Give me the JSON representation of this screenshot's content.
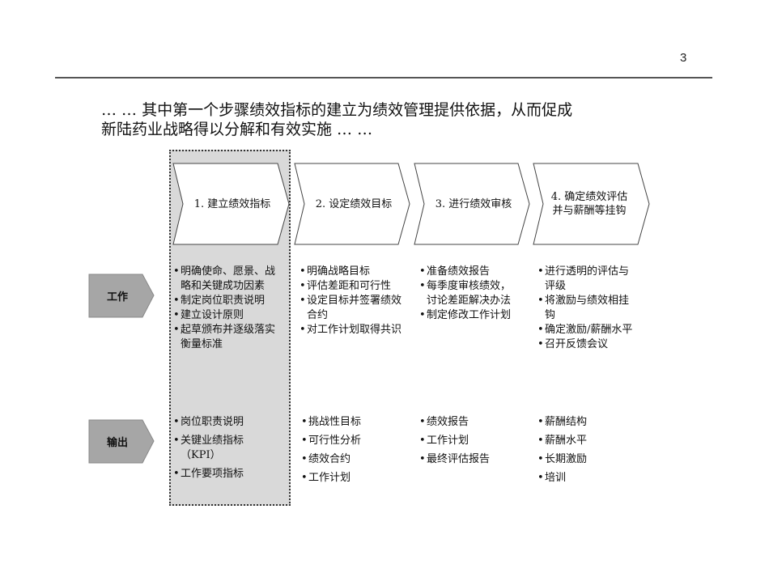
{
  "page_number": "3",
  "headline": {
    "line1": "…  … 其中第一个步骤绩效指标的建立为绩效管理提供依据，从而促成",
    "line2": "新陆药业战略得以分解和有效实施 … …"
  },
  "steps": [
    {
      "label": "1.  建立绩效指标"
    },
    {
      "label": "2.  设定绩效目标"
    },
    {
      "label": "3.  进行绩效审核"
    },
    {
      "label": "4.  确定绩效评估并与薪酬等挂钩"
    }
  ],
  "rows": {
    "work_label": "工作",
    "output_label": "输出"
  },
  "work": [
    [
      "明确使命、愿景、战略和关键成功因素",
      "制定岗位职责说明",
      "建立设计原则",
      "起草颁布并逐级落实衡量标准"
    ],
    [
      "明确战略目标",
      "评估差距和可行性",
      "设定目标并签署绩效合约",
      "对工作计划取得共识"
    ],
    [
      "准备绩效报告",
      "每季度审核绩效，讨论差距解决办法",
      "制定修改工作计划"
    ],
    [
      "进行透明的评估与评级",
      "将激励与绩效相挂钩",
      "确定激励/薪酬水平",
      "召开反馈会议"
    ]
  ],
  "output": [
    [
      "岗位职责说明",
      "关键业绩指标（KPI）",
      "工作要项指标"
    ],
    [
      "挑战性目标",
      "可行性分析",
      "绩效合约",
      "工作计划"
    ],
    [
      "绩效报告",
      "工作计划",
      "最终评估报告"
    ],
    [
      "薪酬结构",
      "薪酬水平",
      "长期激励",
      "培训"
    ]
  ],
  "colors": {
    "highlight_fill": "#d9d9d9",
    "row_label_fill": "#a6a6a6",
    "rule": "#555555"
  }
}
